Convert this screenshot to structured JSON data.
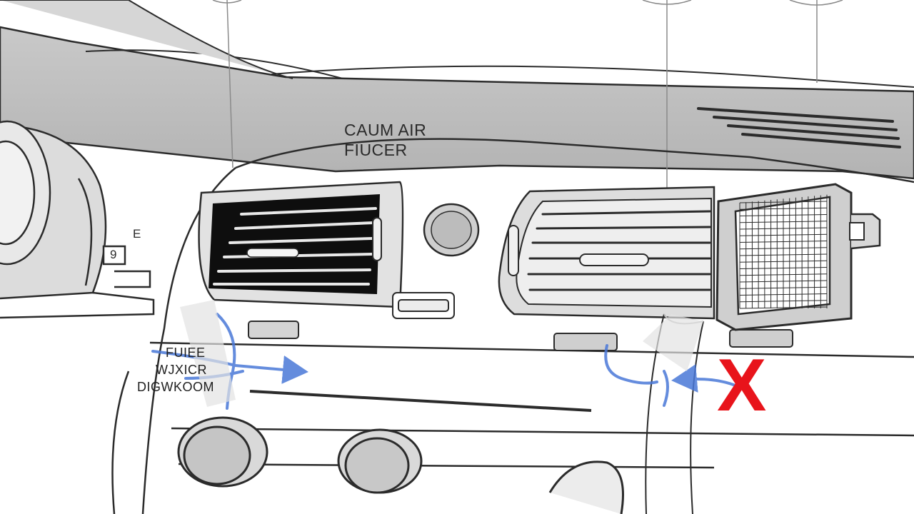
{
  "diagram": {
    "title_line1": "CAUM AIR",
    "title_line2": "FIUCER",
    "flow_label_line1": "FUIEE",
    "flow_label_line2": "WJXICR",
    "flow_label_line3": "DIGWKOOM",
    "gauge_glyph_top": "E",
    "gauge_glyph_bottom": "9",
    "blocked_mark": "X"
  },
  "colors": {
    "line": "#2b2b2b",
    "dash_grey": "#bdbdbd",
    "arrow_blue": "#4a78d8",
    "blocked_red": "#e8141b"
  },
  "icons": [
    "cabin-air-filter-icon",
    "air-vent-icon",
    "airflow-arrow-icon",
    "blocked-x-icon",
    "control-knob-icon"
  ]
}
